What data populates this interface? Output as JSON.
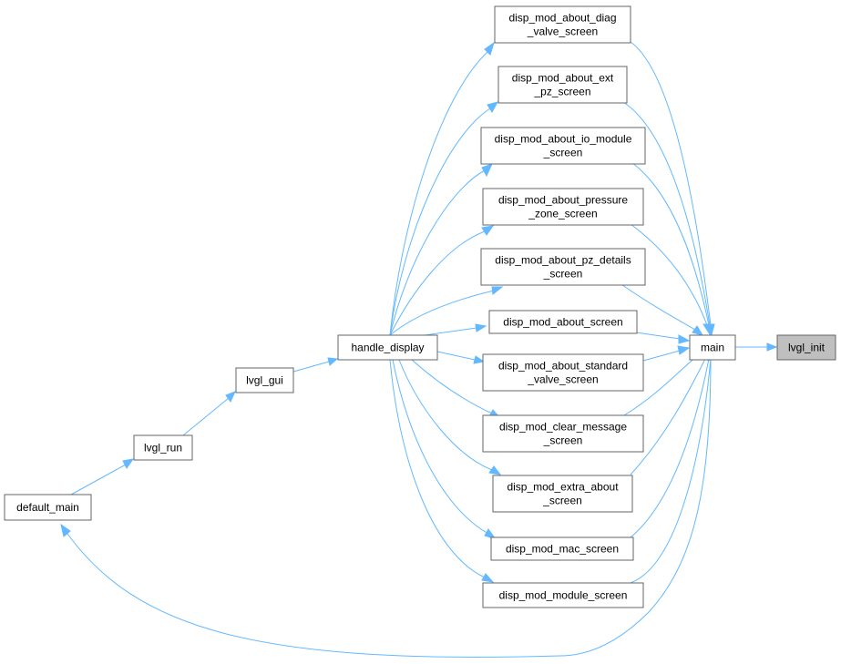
{
  "graph": {
    "edge_color": "#63b8ff",
    "node_border_color": "#666666",
    "highlight_fill": "#bfbfbf",
    "nodes": {
      "lvgl_init": [
        "lvgl_init"
      ],
      "main": [
        "main"
      ],
      "diag_valve": [
        "disp_mod_about_diag",
        "_valve_screen"
      ],
      "ext_pz": [
        "disp_mod_about_ext",
        "_pz_screen"
      ],
      "io_module": [
        "disp_mod_about_io_module",
        "_screen"
      ],
      "pressure_zone": [
        "disp_mod_about_pressure",
        "_zone_screen"
      ],
      "pz_details": [
        "disp_mod_about_pz_details",
        "_screen"
      ],
      "about_screen": [
        "disp_mod_about_screen"
      ],
      "standard_valve": [
        "disp_mod_about_standard",
        "_valve_screen"
      ],
      "clear_message": [
        "disp_mod_clear_message",
        "_screen"
      ],
      "extra_about": [
        "disp_mod_extra_about",
        "_screen"
      ],
      "mac_screen": [
        "disp_mod_mac_screen"
      ],
      "module_screen": [
        "disp_mod_module_screen"
      ],
      "handle_display": [
        "handle_display"
      ],
      "lvgl_gui": [
        "lvgl_gui"
      ],
      "lvgl_run": [
        "lvgl_run"
      ],
      "default_main": [
        "default_main"
      ]
    },
    "highlighted": "lvgl_init"
  }
}
